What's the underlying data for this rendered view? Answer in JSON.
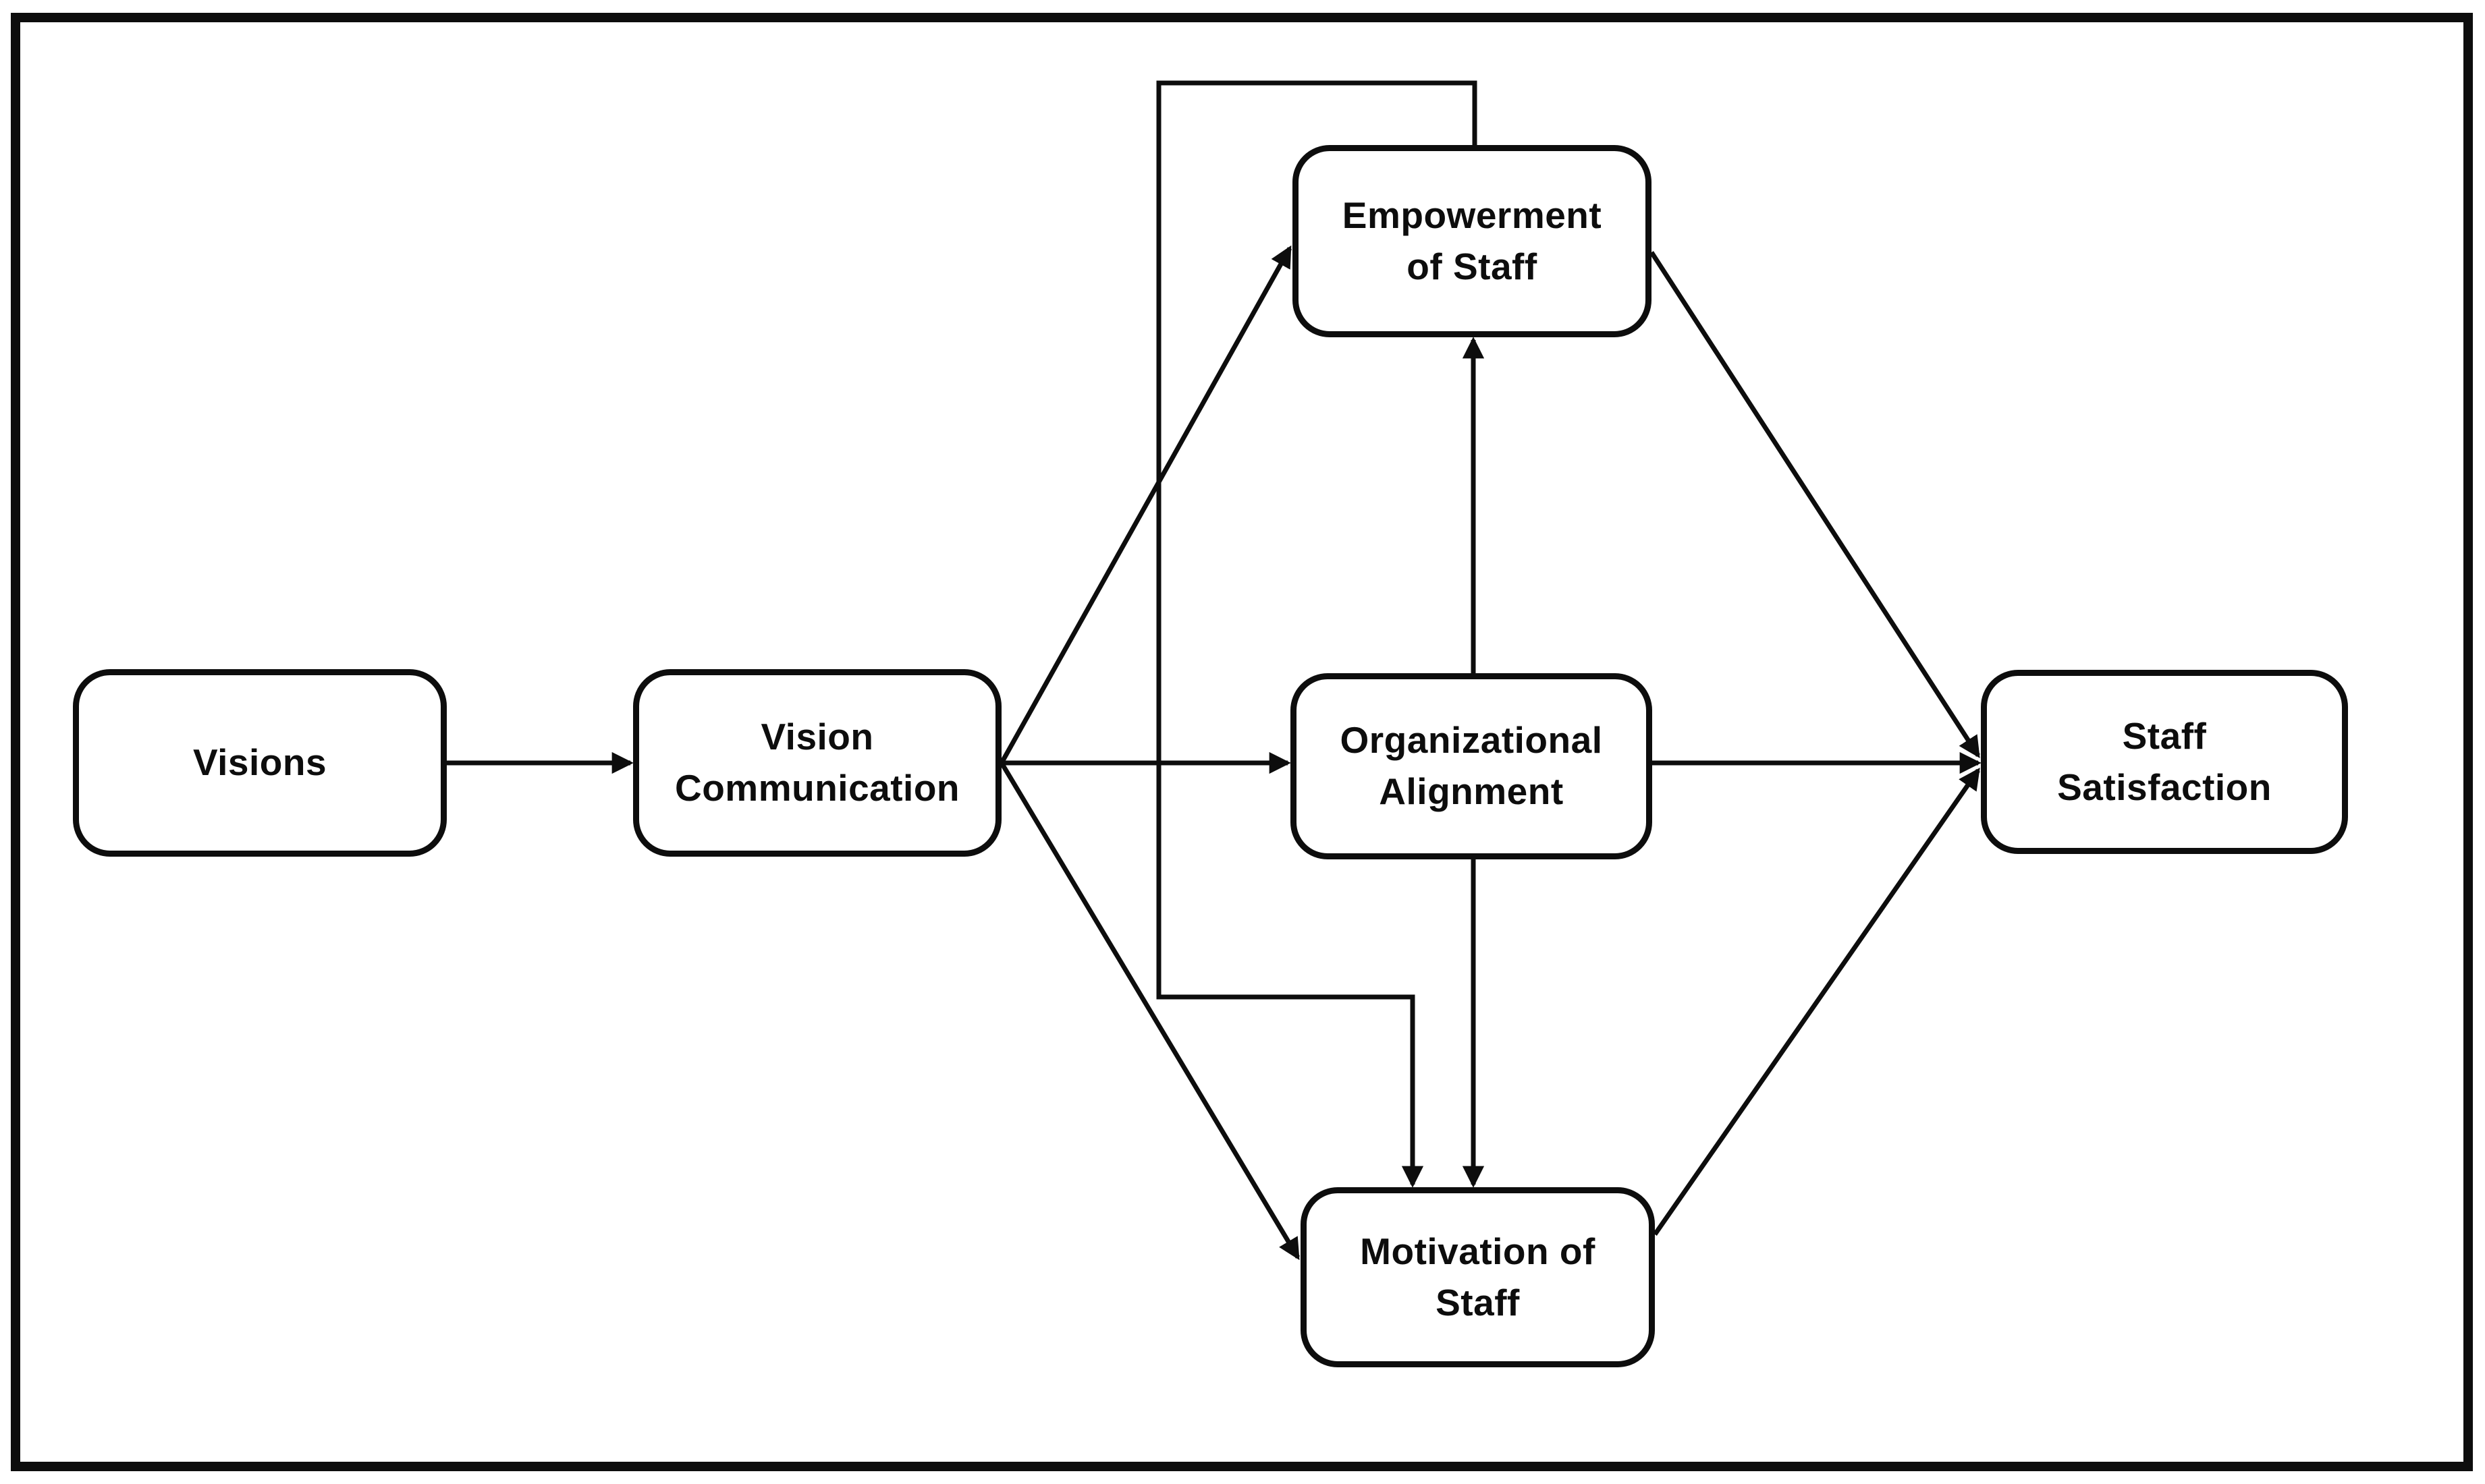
{
  "diagram": {
    "background_color": "#ffffff",
    "ink_color": "#0d0d0d",
    "arrowhead_style": "solid-triangle",
    "nodes": [
      {
        "id": "visions",
        "label": "Visions"
      },
      {
        "id": "vision-communication",
        "label": "Vision\nCommunication"
      },
      {
        "id": "empowerment-of-staff",
        "label": "Empowerment\nof Staff"
      },
      {
        "id": "organizational-alignment",
        "label": "Organizational\nAlignment"
      },
      {
        "id": "motivation-of-staff",
        "label": "Motivation of\nStaff"
      },
      {
        "id": "staff-satisfaction",
        "label": "Staff\nSatisfaction"
      }
    ],
    "edges": [
      {
        "from": "visions",
        "to": "vision-communication",
        "routing": "straight"
      },
      {
        "from": "vision-communication",
        "to": "empowerment-of-staff",
        "routing": "straight"
      },
      {
        "from": "vision-communication",
        "to": "organizational-alignment",
        "routing": "straight"
      },
      {
        "from": "vision-communication",
        "to": "motivation-of-staff",
        "routing": "straight"
      },
      {
        "from": "organizational-alignment",
        "to": "empowerment-of-staff",
        "routing": "straight"
      },
      {
        "from": "organizational-alignment",
        "to": "motivation-of-staff",
        "routing": "straight"
      },
      {
        "from": "empowerment-of-staff",
        "to": "motivation-of-staff",
        "routing": "orthogonal"
      },
      {
        "from": "empowerment-of-staff",
        "to": "staff-satisfaction",
        "routing": "straight"
      },
      {
        "from": "organizational-alignment",
        "to": "staff-satisfaction",
        "routing": "straight"
      },
      {
        "from": "motivation-of-staff",
        "to": "staff-satisfaction",
        "routing": "straight"
      }
    ]
  }
}
